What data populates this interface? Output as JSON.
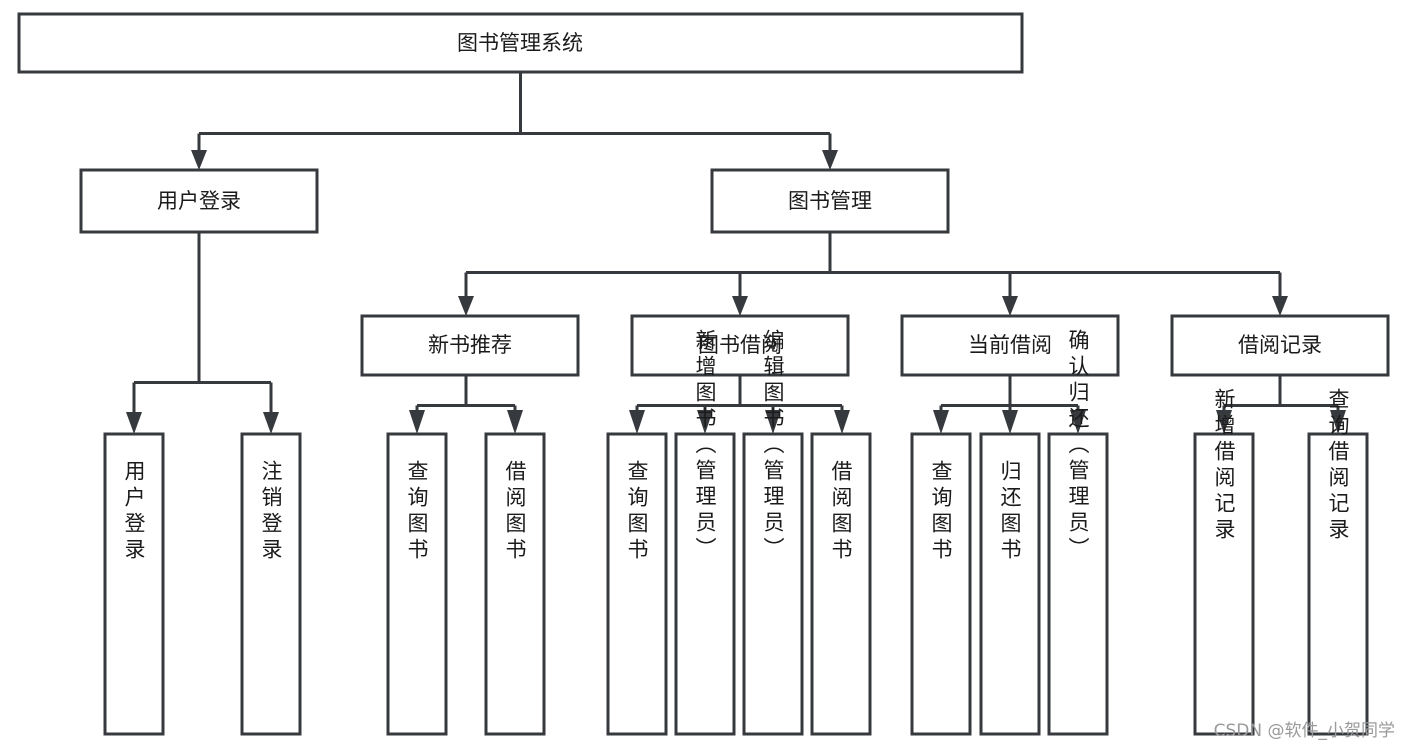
{
  "diagram": {
    "title": "图书管理系统",
    "type": "tree-hierarchy-diagram",
    "colors": {
      "box_stroke": "#36393d",
      "box_fill": "#ffffff",
      "text": "#1b1b1b",
      "connector": "#36393d",
      "watermark": "#9a9a9a",
      "background": "#ffffff"
    },
    "root": {
      "label": "图书管理系统"
    },
    "level2": [
      {
        "label": "用户登录"
      },
      {
        "label": "图书管理"
      }
    ],
    "level3": [
      {
        "label": "新书推荐"
      },
      {
        "label": "图书借阅"
      },
      {
        "label": "当前借阅"
      },
      {
        "label": "借阅记录"
      }
    ],
    "leaves": {
      "user_login": [
        {
          "label": "用户登录"
        },
        {
          "label": "注销登录"
        }
      ],
      "new_book_recommend": [
        {
          "label": "查询图书"
        },
        {
          "label": "借阅图书"
        }
      ],
      "book_borrow": [
        {
          "label": "查询图书"
        },
        {
          "label": "新增图书（管理员）"
        },
        {
          "label": "编辑图书（管理员）"
        },
        {
          "label": "借阅图书"
        }
      ],
      "current_borrow": [
        {
          "label": "查询图书"
        },
        {
          "label": "归还图书"
        },
        {
          "label": "确认归还（管理员）"
        }
      ],
      "borrow_record": [
        {
          "label": "新增借阅记录"
        },
        {
          "label": "查询借阅记录"
        }
      ]
    },
    "watermark": "CSDN @软件_小贺同学"
  }
}
